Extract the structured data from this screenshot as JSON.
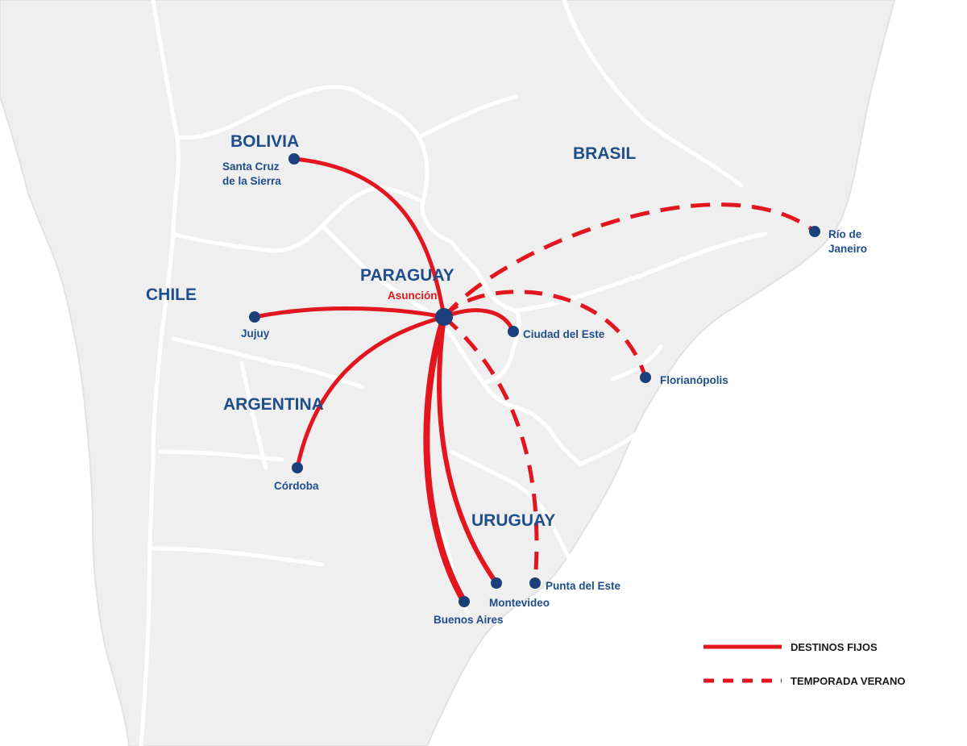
{
  "colors": {
    "route": "#e3161f",
    "label": "#1f4e8c",
    "dot": "#1b3f7a",
    "land": "#efefef",
    "border": "#ffffff"
  },
  "countries": {
    "bolivia": "BOLIVIA",
    "brasil": "BRASIL",
    "chile": "CHILE",
    "paraguay": "PARAGUAY",
    "argentina": "ARGENTINA",
    "uruguay": "URUGUAY"
  },
  "hub": {
    "name": "Asunción"
  },
  "cities": {
    "santa_cruz": [
      "Santa Cruz",
      "de la Sierra"
    ],
    "jujuy": "Jujuy",
    "cordoba": "Córdoba",
    "buenos_aires": "Buenos Aires",
    "montevideo": "Montevideo",
    "punta_del_este": "Punta del Este",
    "ciudad_del_este": "Ciudad del Este",
    "florianopolis": "Florianópolis",
    "rio": [
      "Río de",
      "Janeiro"
    ]
  },
  "routes": [
    {
      "from": "Asunción",
      "to": "Santa Cruz de la Sierra",
      "type": "fixed"
    },
    {
      "from": "Asunción",
      "to": "Jujuy",
      "type": "fixed"
    },
    {
      "from": "Asunción",
      "to": "Córdoba",
      "type": "fixed"
    },
    {
      "from": "Asunción",
      "to": "Buenos Aires",
      "type": "fixed"
    },
    {
      "from": "Asunción",
      "to": "Montevideo",
      "type": "fixed"
    },
    {
      "from": "Asunción",
      "to": "Ciudad del Este",
      "type": "fixed"
    },
    {
      "from": "Asunción",
      "to": "Punta del Este",
      "type": "seasonal"
    },
    {
      "from": "Asunción",
      "to": "Florianópolis",
      "type": "seasonal"
    },
    {
      "from": "Asunción",
      "to": "Río de Janeiro",
      "type": "seasonal"
    }
  ],
  "legend": {
    "fixed": "DESTINOS FIJOS",
    "seasonal": "TEMPORADA VERANO"
  }
}
